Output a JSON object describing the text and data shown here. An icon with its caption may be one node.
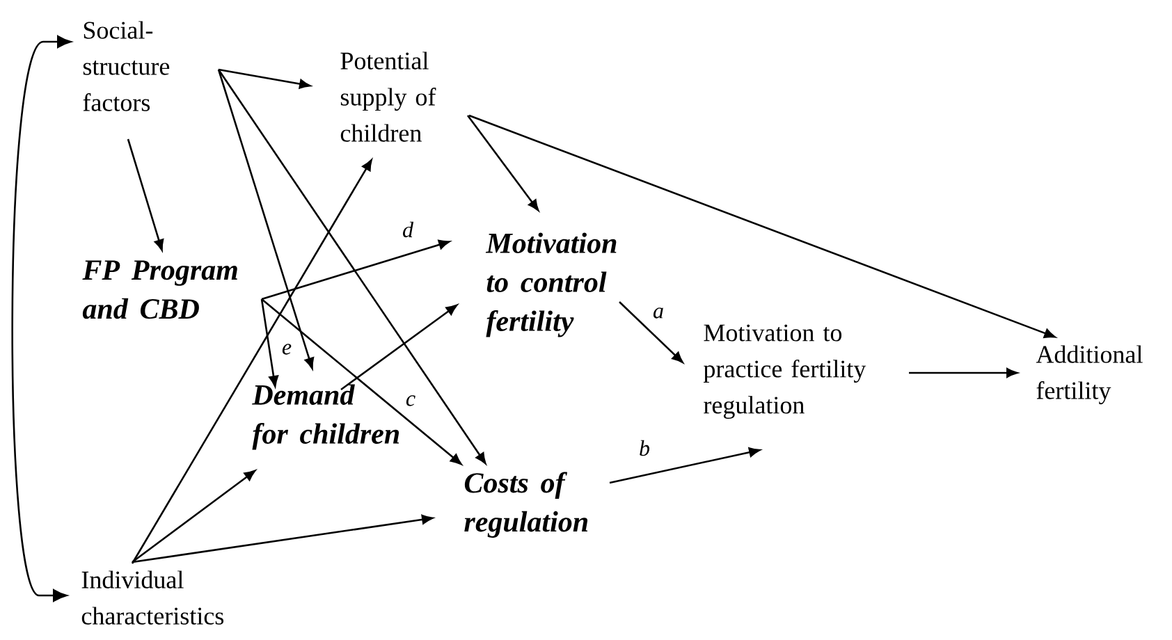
{
  "diagram": {
    "nodes": [
      {
        "text": [
          "Social-structure factors"
        ]
      },
      {
        "text": [
          "Potential supply of children"
        ]
      },
      {
        "text": [
          "FP Program and CBD"
        ]
      },
      {
        "text": [
          "Motivation to control fertility"
        ]
      },
      {
        "text": [
          "Demand for children"
        ]
      },
      {
        "text": [
          "Costs of regulation"
        ]
      },
      {
        "text": [
          "Motivation to practice fertility regulation"
        ]
      },
      {
        "text": [
          "Additional fertility"
        ]
      },
      {
        "text": [
          "Individual characteristics"
        ]
      }
    ],
    "edges": [
      {
        "from": 0,
        "to": 1,
        "arrow": "to"
      },
      {
        "from": 0,
        "to": 4,
        "arrow": "to"
      },
      {
        "from": 0,
        "to": 5,
        "arrow": "to"
      },
      {
        "from": 0,
        "to": 2,
        "arrow": "to"
      },
      {
        "from": 8,
        "to": 0,
        "arrow": "both"
      },
      {
        "from": 1,
        "to": 3,
        "arrow": "to"
      },
      {
        "from": 1,
        "to": 7,
        "arrow": "to"
      },
      {
        "from": 2,
        "to": 3,
        "arrow": "to",
        "label": "d"
      },
      {
        "from": 2,
        "to": 4,
        "arrow": "to",
        "label": "e"
      },
      {
        "from": 2,
        "to": 5,
        "arrow": "to",
        "label": "c"
      },
      {
        "from": 8,
        "to": 1,
        "arrow": "to"
      },
      {
        "from": 4,
        "to": 3,
        "arrow": "to"
      },
      {
        "from": 8,
        "to": 4,
        "arrow": "to"
      },
      {
        "from": 8,
        "to": 5,
        "arrow": "to"
      },
      {
        "from": 3,
        "to": 6,
        "arrow": "to",
        "label": "a"
      },
      {
        "from": 5,
        "to": 6,
        "arrow": "to",
        "label": "b"
      },
      {
        "from": 6,
        "to": 7,
        "arrow": "to"
      }
    ]
  }
}
